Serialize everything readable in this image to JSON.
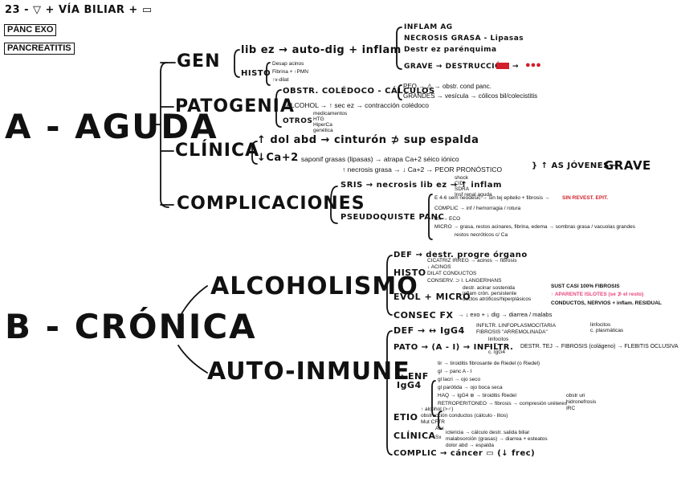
{
  "header": {
    "title": "23 - ▽ + VÍA BILIAR + ▭",
    "tag1": "PÁNC EXO",
    "tag2": "PANCREATITIS"
  },
  "aguda": {
    "title": "A - AGUDA",
    "gen": {
      "label": "GEN",
      "lib": "lib ez → auto-dig + inflam",
      "histo": "HISTO",
      "histo_items": [
        "Desap acinos",
        "Fibrina + ↑PMN",
        "↑v-dilat"
      ],
      "outcomes": [
        "INFLAM AG",
        "NECROSIS GRASA - Lipasas",
        "Destr ez parénquima"
      ],
      "grave": "GRAVE → DESTRUCCIÓN",
      "grave_end": "→"
    },
    "patogenia": {
      "label": "PATOGENIA",
      "obstr": "OBSTR. COLÉDOCO - CÁLCULOS",
      "peq": "PEQ → ⚠ → obstr. cond panc.",
      "grandes": "GRANDES → vesícula → cólicos bil/colecistitis",
      "alcohol": "↑ALCOHOL → ↑ sec ez → contracción colédoco",
      "otros": "OTROS",
      "otros_items": [
        "medicamentos",
        "HTG",
        "HiperCa",
        "genética"
      ]
    },
    "clinica": {
      "label": "CLÍNICA",
      "dolor": "↑ dol abd → cinturón ⊅ sup espalda",
      "ca": "↓Ca+2",
      "sapon": "→ saponif grasas (lipasas) → atrapa Ca+2 séico iónico",
      "necrosis": "↑ necrosis grasa → ↓ Ca+2 → PEOR PRONÓSTICO",
      "jovenes": "} ↑ AS JÓVENES →",
      "grave": "GRAVE"
    },
    "complicaciones": {
      "label": "COMPLICACIONES",
      "sris": "SRIS → necrosis lib ez → ↑ inflam",
      "sris_items": [
        "shock",
        "CID",
        "SDRA",
        "Insf renal aguda"
      ],
      "pseudo": "PSEUDOQUISTE PANC",
      "pseudo_items": [
        "E 4-6 sem neodesic → sin tej epitelio + fibrosis →",
        "COMPLIC → inf / hemorragia / rotura",
        "Dx → ECO",
        "MICRO → grasa, restos acinares, fibrina, edema → sombras grasa / vacuolas grandes",
        "restos necróticos c/ Ca"
      ],
      "sin_revest": "SIN REVEST. EPIT."
    }
  },
  "cronica": {
    "title": "B - CRÓNICA",
    "alcoholismo": {
      "label": "ALCOHOLISMO",
      "def": "DEF → destr. progre órgano",
      "histo": "HISTO",
      "histo_items": [
        "CICATRIZ IRREG → acinos → fibrosis",
        "↓ ACINOS",
        "DILAT CONDUCTOS",
        "CONSERV. ⊃ I. LANGERHANS"
      ],
      "evol": "EVOL + MICRO",
      "evol_items": [
        "destr. acinar sostenida",
        "inflam crón. persistente",
        "ductos atróficos/hiperplásicos"
      ],
      "evol_right": [
        "SUST CASI 100% FIBROSIS",
        "↑ APARENTE ISLOTES (se ⊅ el resto)",
        "CONDUCTOS, NERVIOS + inflam. RESIDUAL"
      ],
      "consec": "CONSEC FX",
      "consec_text": "→ ↓ exo + ↓ dig → diarrea / malabs"
    },
    "autoinmune": {
      "label": "AUTO-INMUNE",
      "def": "DEF → ↔ IgG4",
      "def_items": [
        "INFILTR. LINFOPLASMOCITARIA",
        "FIBROSIS \"ARREMOLINADA\""
      ],
      "def_right": [
        "linfocitos",
        "c. plasmáticas"
      ],
      "pato": "PATO → (A - I) → INFILTR.",
      "pato_mid": [
        "linfocitos",
        "c. T",
        "c. IgG4"
      ],
      "pato_end": "DESTR. TEJ → FIBROSIS (colágeno) → FLEBITIS OCLUSIVA",
      "enf": "↔ ENF IgG4",
      "enf_items": [
        "tir → tiroiditis fibrosante de Riedel (o Riedel)",
        "gl → panc A - I",
        "gl lacri → ojo seco",
        "gl parótida → ojo boca seca",
        "HAQ → IgG4 ⊕ → tiroiditis Riedel",
        "RETROPERITONEO → fibrosis → compresión uréteres"
      ],
      "enf_right": [
        "obstr uri",
        "hidronefrosis",
        "IRC"
      ],
      "etio": "ETIO",
      "etio_items": [
        "↑ alcohol (>♂)",
        "obstrucción conductos (cálculo - litos)",
        "Mut CFTR"
      ],
      "clinica": "CLÍNICA",
      "clinica_items": [
        "Asx",
        "Sx",
        "ictericia → cálculo destr. salida biliar",
        "malabsorción (grasas) → diarrea + esteatos",
        "dolor abd → espalda"
      ],
      "complic": "COMPLIC → cáncer ▭ (↓ frec)"
    }
  }
}
